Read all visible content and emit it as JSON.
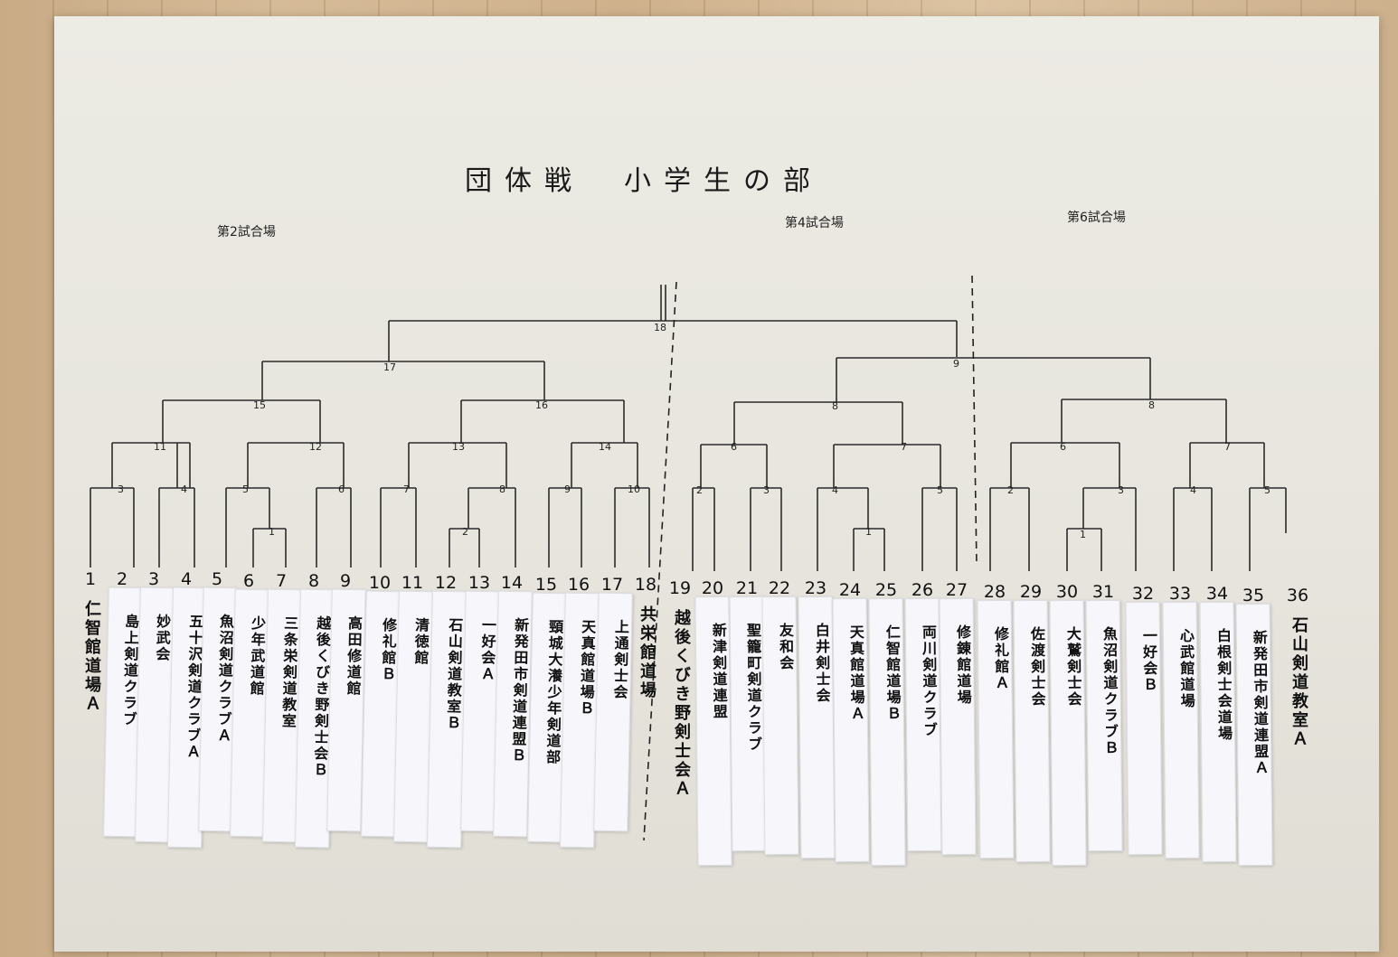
{
  "title": "団体戦　小学生の部",
  "venues": [
    "第2試合場",
    "第4試合場",
    "第6試合場"
  ],
  "rounds": {
    "left": [
      "1",
      "2",
      "3",
      "4",
      "5",
      "6",
      "7",
      "8",
      "9",
      "10",
      "11",
      "12",
      "13",
      "14",
      "15",
      "16",
      "17",
      "18"
    ],
    "mid": [
      "1",
      "2",
      "3",
      "4",
      "5",
      "6",
      "7",
      "8",
      "9"
    ],
    "right": [
      "1",
      "2",
      "3",
      "4",
      "5",
      "6",
      "7",
      "8"
    ]
  },
  "teams": [
    {
      "no": "1",
      "name": "仁智館道場Ａ"
    },
    {
      "no": "2",
      "name": "島上剣道クラブ"
    },
    {
      "no": "3",
      "name": "妙武会"
    },
    {
      "no": "4",
      "name": "五十沢剣道クラブＡ"
    },
    {
      "no": "5",
      "name": "魚沼剣道クラブＡ"
    },
    {
      "no": "6",
      "name": "少年武道館"
    },
    {
      "no": "7",
      "name": "三条栄剣道教室"
    },
    {
      "no": "8",
      "name": "越後くびき野剣士会Ｂ"
    },
    {
      "no": "9",
      "name": "高田修道館"
    },
    {
      "no": "10",
      "name": "修礼館Ｂ"
    },
    {
      "no": "11",
      "name": "清徳館"
    },
    {
      "no": "12",
      "name": "石山剣道教室Ｂ"
    },
    {
      "no": "13",
      "name": "一好会Ａ"
    },
    {
      "no": "14",
      "name": "新発田市剣道連盟Ｂ"
    },
    {
      "no": "15",
      "name": "頸城大瀁少年剣道部"
    },
    {
      "no": "16",
      "name": "天真館道場Ｂ"
    },
    {
      "no": "17",
      "name": "上通剣士会"
    },
    {
      "no": "18",
      "name": "共栄館道場"
    },
    {
      "no": "19",
      "name": "越後くびき野剣士会Ａ"
    },
    {
      "no": "20",
      "name": "新津剣道連盟"
    },
    {
      "no": "21",
      "name": "聖籠町剣道クラブ"
    },
    {
      "no": "22",
      "name": "友和会"
    },
    {
      "no": "23",
      "name": "白井剣士会"
    },
    {
      "no": "24",
      "name": "天真館道場Ａ"
    },
    {
      "no": "25",
      "name": "仁智館道場Ｂ"
    },
    {
      "no": "26",
      "name": "両川剣道クラブ"
    },
    {
      "no": "27",
      "name": "修錬館道場"
    },
    {
      "no": "28",
      "name": "修礼館Ａ"
    },
    {
      "no": "29",
      "name": "佐渡剣士会"
    },
    {
      "no": "30",
      "name": "大鷲剣士会"
    },
    {
      "no": "31",
      "name": "魚沼剣道クラブＢ"
    },
    {
      "no": "32",
      "name": "一好会Ｂ"
    },
    {
      "no": "33",
      "name": "心武館道場"
    },
    {
      "no": "34",
      "name": "白根剣士会道場"
    },
    {
      "no": "35",
      "name": "新発田市剣道連盟Ａ"
    },
    {
      "no": "36",
      "name": "石山剣道教室Ａ"
    }
  ]
}
